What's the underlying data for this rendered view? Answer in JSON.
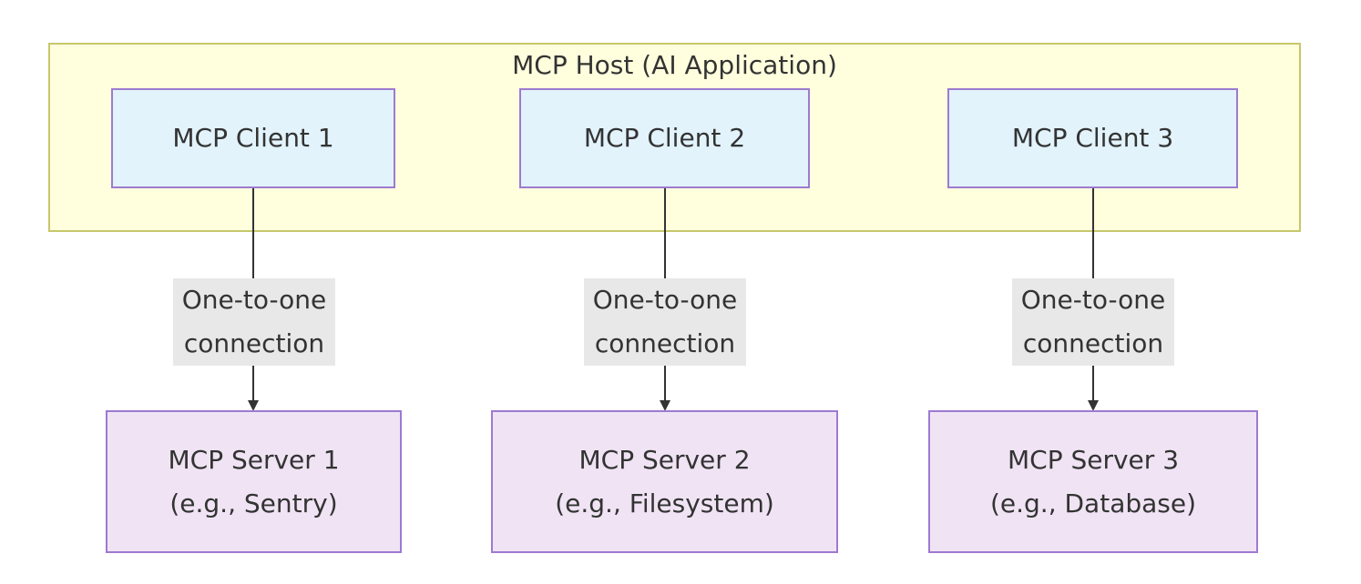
{
  "host": {
    "title": "MCP Host (AI Application)"
  },
  "clients": [
    {
      "label": "MCP Client 1"
    },
    {
      "label": "MCP Client 2"
    },
    {
      "label": "MCP Client 3"
    }
  ],
  "connections": [
    {
      "line1": "One-to-one",
      "line2": "connection"
    },
    {
      "line1": "One-to-one",
      "line2": "connection"
    },
    {
      "line1": "One-to-one",
      "line2": "connection"
    }
  ],
  "servers": [
    {
      "line1": "MCP Server 1",
      "line2": "(e.g., Sentry)"
    },
    {
      "line1": "MCP Server 2",
      "line2": "(e.g., Filesystem)"
    },
    {
      "line1": "MCP Server 3",
      "line2": "(e.g., Database)"
    }
  ],
  "colors": {
    "host_fill": "#ffffde",
    "host_border": "#c7c76a",
    "client_fill": "#e2f3fc",
    "server_fill": "#f0e4f4",
    "node_border": "#9d7ad1",
    "label_fill": "#e8e8e8",
    "edge": "#333333"
  }
}
